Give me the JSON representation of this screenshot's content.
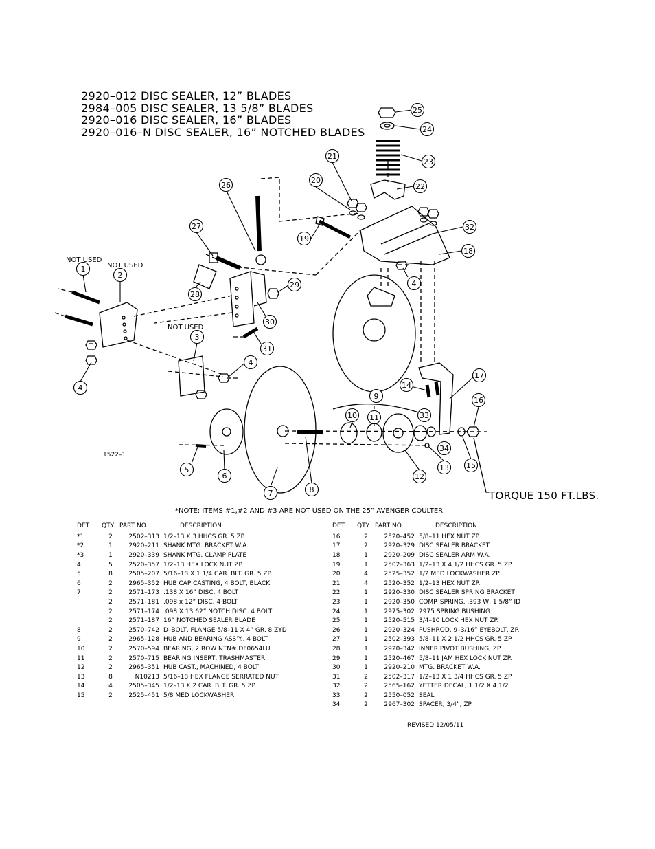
{
  "titles": [
    "2920–012 DISC SEALER, 12” BLADES",
    "2984–005 DISC SEALER, 13 5/8” BLADES",
    "2920–016 DISC SEALER, 16” BLADES",
    "2920–016–N DISC SEALER, 16” NOTCHED BLADES"
  ],
  "diagram": {
    "labels": {
      "not_used_1": "NOT USED",
      "not_used_2": "NOT USED",
      "not_used_3": "NOT USED",
      "drawing_number": "1522–1",
      "torque": "TORQUE 150 FT.LBS."
    },
    "callouts": [
      "1",
      "2",
      "3",
      "4",
      "4",
      "4",
      "5",
      "6",
      "7",
      "8",
      "9",
      "10",
      "11",
      "12",
      "13",
      "14",
      "15",
      "16",
      "17",
      "18",
      "19",
      "20",
      "21",
      "22",
      "23",
      "24",
      "25",
      "26",
      "27",
      "28",
      "29",
      "30",
      "31",
      "32",
      "33",
      "34"
    ]
  },
  "note": "*NOTE: ITEMS #1,#2 AND #3 ARE NOT USED ON THE 25” AVENGER COULTER",
  "table": {
    "headers": {
      "det": "DET",
      "qty": "QTY",
      "part": "PART NO.",
      "desc": "DESCRIPTION"
    },
    "left_rows": [
      {
        "det": "*1",
        "qty": "2",
        "part": "2502–313",
        "desc": "1/2–13 X 3 HHCS GR. 5 ZP."
      },
      {
        "det": "*2",
        "qty": "1",
        "part": "2920–211",
        "desc": "SHANK MTG. BRACKET W.A."
      },
      {
        "det": "*3",
        "qty": "1",
        "part": "2920–339",
        "desc": "SHANK MTG. CLAMP PLATE"
      },
      {
        "det": "4",
        "qty": "5",
        "part": "2520–357",
        "desc": "1/2–13 HEX LOCK NUT ZP."
      },
      {
        "det": "5",
        "qty": "8",
        "part": "2505–207",
        "desc": "5/16–18 X 1 1/4 CAR. BLT. GR. 5 ZP."
      },
      {
        "det": "6",
        "qty": "2",
        "part": "2965–352",
        "desc": "HUB CAP CASTING, 4 BOLT, BLACK"
      },
      {
        "det": "7",
        "qty": "2",
        "part": "2571–173",
        "desc": ".138 X 16” DISC, 4 BOLT"
      },
      {
        "det": "",
        "qty": "2",
        "part": "2571–181",
        "desc": ".098 x 12” DISC, 4 BOLT"
      },
      {
        "det": "",
        "qty": "2",
        "part": "2571–174",
        "desc": ".098 X 13.62” NOTCH DISC. 4 BOLT"
      },
      {
        "det": "",
        "qty": "2",
        "part": "2571–187",
        "desc": "16” NOTCHED SEALER BLADE"
      },
      {
        "det": "8",
        "qty": "2",
        "part": "2570–742",
        "desc": "D–BOLT, FLANGE 5/8–11 X 4” GR. 8 ZYD"
      },
      {
        "det": "9",
        "qty": "2",
        "part": "2965–128",
        "desc": "HUB AND BEARING ASS’Y., 4 BOLT"
      },
      {
        "det": "10",
        "qty": "2",
        "part": "2570–594",
        "desc": "BEARING, 2 ROW NTN# DF0654LU"
      },
      {
        "det": "11",
        "qty": "2",
        "part": "2570–715",
        "desc": "BEARING INSERT, TRASHMASTER"
      },
      {
        "det": "12",
        "qty": "2",
        "part": "2965–351",
        "desc": "HUB CAST., MACHINED, 4 BOLT"
      },
      {
        "det": "13",
        "qty": "8",
        "part": "N10213",
        "desc": "5/16–18 HEX FLANGE SERRATED NUT"
      },
      {
        "det": "14",
        "qty": "4",
        "part": "2505–345",
        "desc": "1/2–13 X 2 CAR. BLT. GR. 5 ZP."
      },
      {
        "det": "15",
        "qty": "2",
        "part": "2525–451",
        "desc": "5/8 MED LOCKWASHER"
      }
    ],
    "right_rows": [
      {
        "det": "16",
        "qty": "2",
        "part": "2520–452",
        "desc": "5/8–11 HEX NUT ZP."
      },
      {
        "det": "17",
        "qty": "2",
        "part": "2920–329",
        "desc": "DISC SEALER BRACKET"
      },
      {
        "det": "18",
        "qty": "1",
        "part": "2920–209",
        "desc": "DISC SEALER ARM W.A."
      },
      {
        "det": "19",
        "qty": "1",
        "part": "2502–363",
        "desc": "1/2–13 X 4 1/2 HHCS GR. 5 ZP."
      },
      {
        "det": "20",
        "qty": "4",
        "part": "2525–352",
        "desc": "1/2 MED LOCKWASHER ZP."
      },
      {
        "det": "21",
        "qty": "4",
        "part": "2520–352",
        "desc": "1/2–13 HEX NUT ZP."
      },
      {
        "det": "22",
        "qty": "1",
        "part": "2920–330",
        "desc": "DISC SEALER SPRING BRACKET"
      },
      {
        "det": "23",
        "qty": "1",
        "part": "2920–350",
        "desc": "COMP. SPRING, .393 W, 1 5/8” ID"
      },
      {
        "det": "24",
        "qty": "1",
        "part": "2975–302",
        "desc": "2975 SPRING BUSHING"
      },
      {
        "det": "25",
        "qty": "1",
        "part": "2520–515",
        "desc": "3/4–10 LOCK HEX NUT ZP."
      },
      {
        "det": "26",
        "qty": "1",
        "part": "2920–324",
        "desc": "PUSHROD, 9–3/16” EYEBOLT, ZP."
      },
      {
        "det": "27",
        "qty": "1",
        "part": "2502–393",
        "desc": "5/8–11 X 2 1/2 HHCS GR. 5 ZP."
      },
      {
        "det": "28",
        "qty": "1",
        "part": "2920–342",
        "desc": "INNER PIVOT BUSHING, ZP."
      },
      {
        "det": "29",
        "qty": "1",
        "part": "2520–467",
        "desc": "5/8–11 JAM HEX LOCK NUT ZP."
      },
      {
        "det": "30",
        "qty": "1",
        "part": "2920–210",
        "desc": "MTG. BRACKET W.A."
      },
      {
        "det": "31",
        "qty": "2",
        "part": "2502–317",
        "desc": "1/2–13 X 1 3/4 HHCS GR. 5 ZP."
      },
      {
        "det": "32",
        "qty": "2",
        "part": "2565–162",
        "desc": "YETTER DECAL, 1 1/2 X 4 1/2"
      },
      {
        "det": "33",
        "qty": "2",
        "part": "2550–052",
        "desc": "SEAL"
      },
      {
        "det": "34",
        "qty": "2",
        "part": "2967–302",
        "desc": "SPACER, 3/4”, ZP"
      }
    ]
  },
  "revised": "REVISED 12/05/11"
}
